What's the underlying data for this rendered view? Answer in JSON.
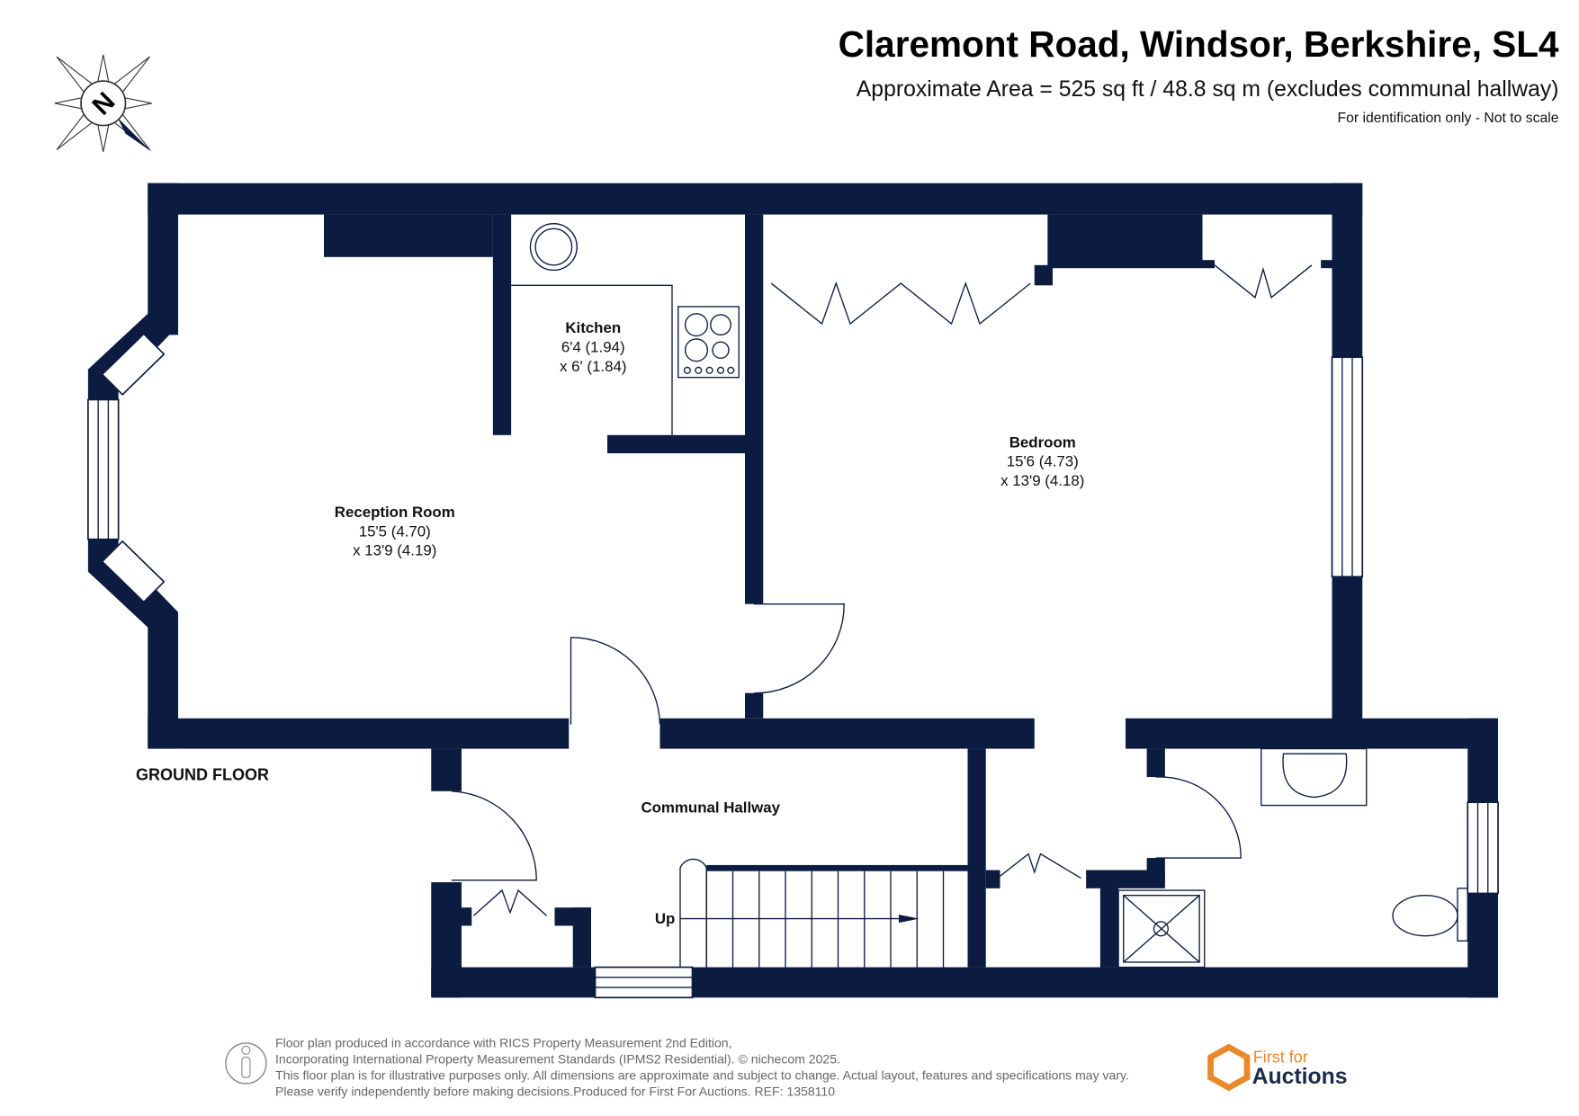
{
  "header": {
    "title": "Claremont Road, Windsor, Berkshire, SL4",
    "area": "Approximate Area = 525 sq ft / 48.8 sq m (excludes communal hallway)",
    "disclaimer": "For identification only - Not to scale"
  },
  "compass": {
    "label": "N",
    "icon": "north-compass-icon"
  },
  "floor_label": "GROUND FLOOR",
  "rooms": {
    "reception": {
      "name": "Reception Room",
      "dim1": "15'5 (4.70)",
      "dim2": "x 13'9 (4.19)"
    },
    "kitchen": {
      "name": "Kitchen",
      "dim1": "6'4 (1.94)",
      "dim2": "x 6' (1.84)"
    },
    "bedroom": {
      "name": "Bedroom",
      "dim1": "15'6 (4.73)",
      "dim2": "x 13'9 (4.18)"
    },
    "hallway": {
      "name": "Communal Hallway"
    },
    "stairs": {
      "label": "Up"
    }
  },
  "footer": {
    "line1": "Floor plan produced in accordance with RICS Property Measurement 2nd Edition,",
    "line2": "Incorporating International Property Measurement Standards (IPMS2 Residential).   © nichecom 2025.",
    "line3": "This floor plan is for illustrative purposes only. All dimensions are approximate and subject to change. Actual layout, features and specifications may vary.",
    "line4": "Please verify independently before making decisions.Produced for First For Auctions.   REF:  1358110",
    "logo_line1": "First for",
    "logo_line2": "Auctions"
  },
  "colors": {
    "wall": "#0c1b40",
    "logo_orange": "#e8892b",
    "logo_navy": "#1b2a4a"
  }
}
